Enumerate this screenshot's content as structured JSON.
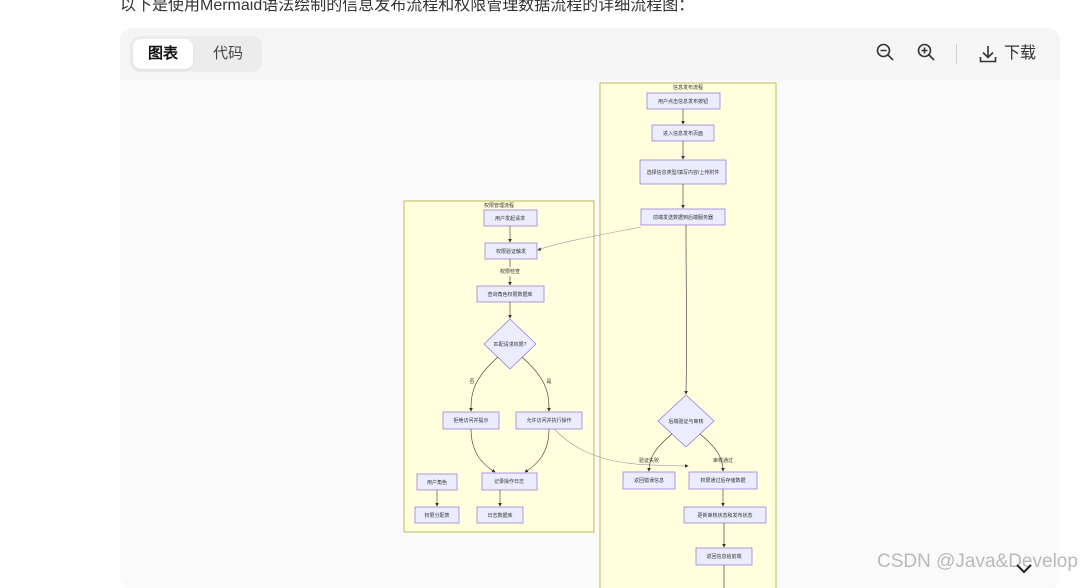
{
  "intro_text": "以下是使用Mermaid语法绘制的信息发布流程和权限管理数据流程的详细流程图：",
  "toolbar": {
    "tab_chart": "图表",
    "tab_code": "代码",
    "download_label": "下载",
    "zoom_out_icon": "zoom-out-icon",
    "zoom_in_icon": "zoom-in-icon",
    "download_icon": "download-icon"
  },
  "diagram": {
    "left_title": "权限管理流程",
    "right_title": "信息发布流程",
    "left_nodes": [
      "用户发起请求",
      "权限验证触发",
      "权限检查",
      "查询角色权限数据库",
      "匹配请求权限?",
      "否",
      "是",
      "拒绝访问并提示",
      "允许访问并执行操作",
      "用户角色",
      "记录操作日志",
      "权限分配表",
      "日志数据库"
    ],
    "right_nodes": [
      "用户点击信息发布按钮",
      "进入信息发布页面",
      "选择信息类型/填写内容/上传附件",
      "前端发送数据到后端服务器",
      "后端验证与审核",
      "验证失败",
      "审核通过",
      "返回错误信息",
      "权限通过后存储数据",
      "更新审核状态和发布状态",
      "返回信息给前端"
    ]
  },
  "watermark": "CSDN @Java&Develop",
  "colors": {
    "cluster_fill": "#ffffde",
    "cluster_border": "#aaaa33",
    "node_fill": "#ececff",
    "node_border": "#9370db"
  }
}
